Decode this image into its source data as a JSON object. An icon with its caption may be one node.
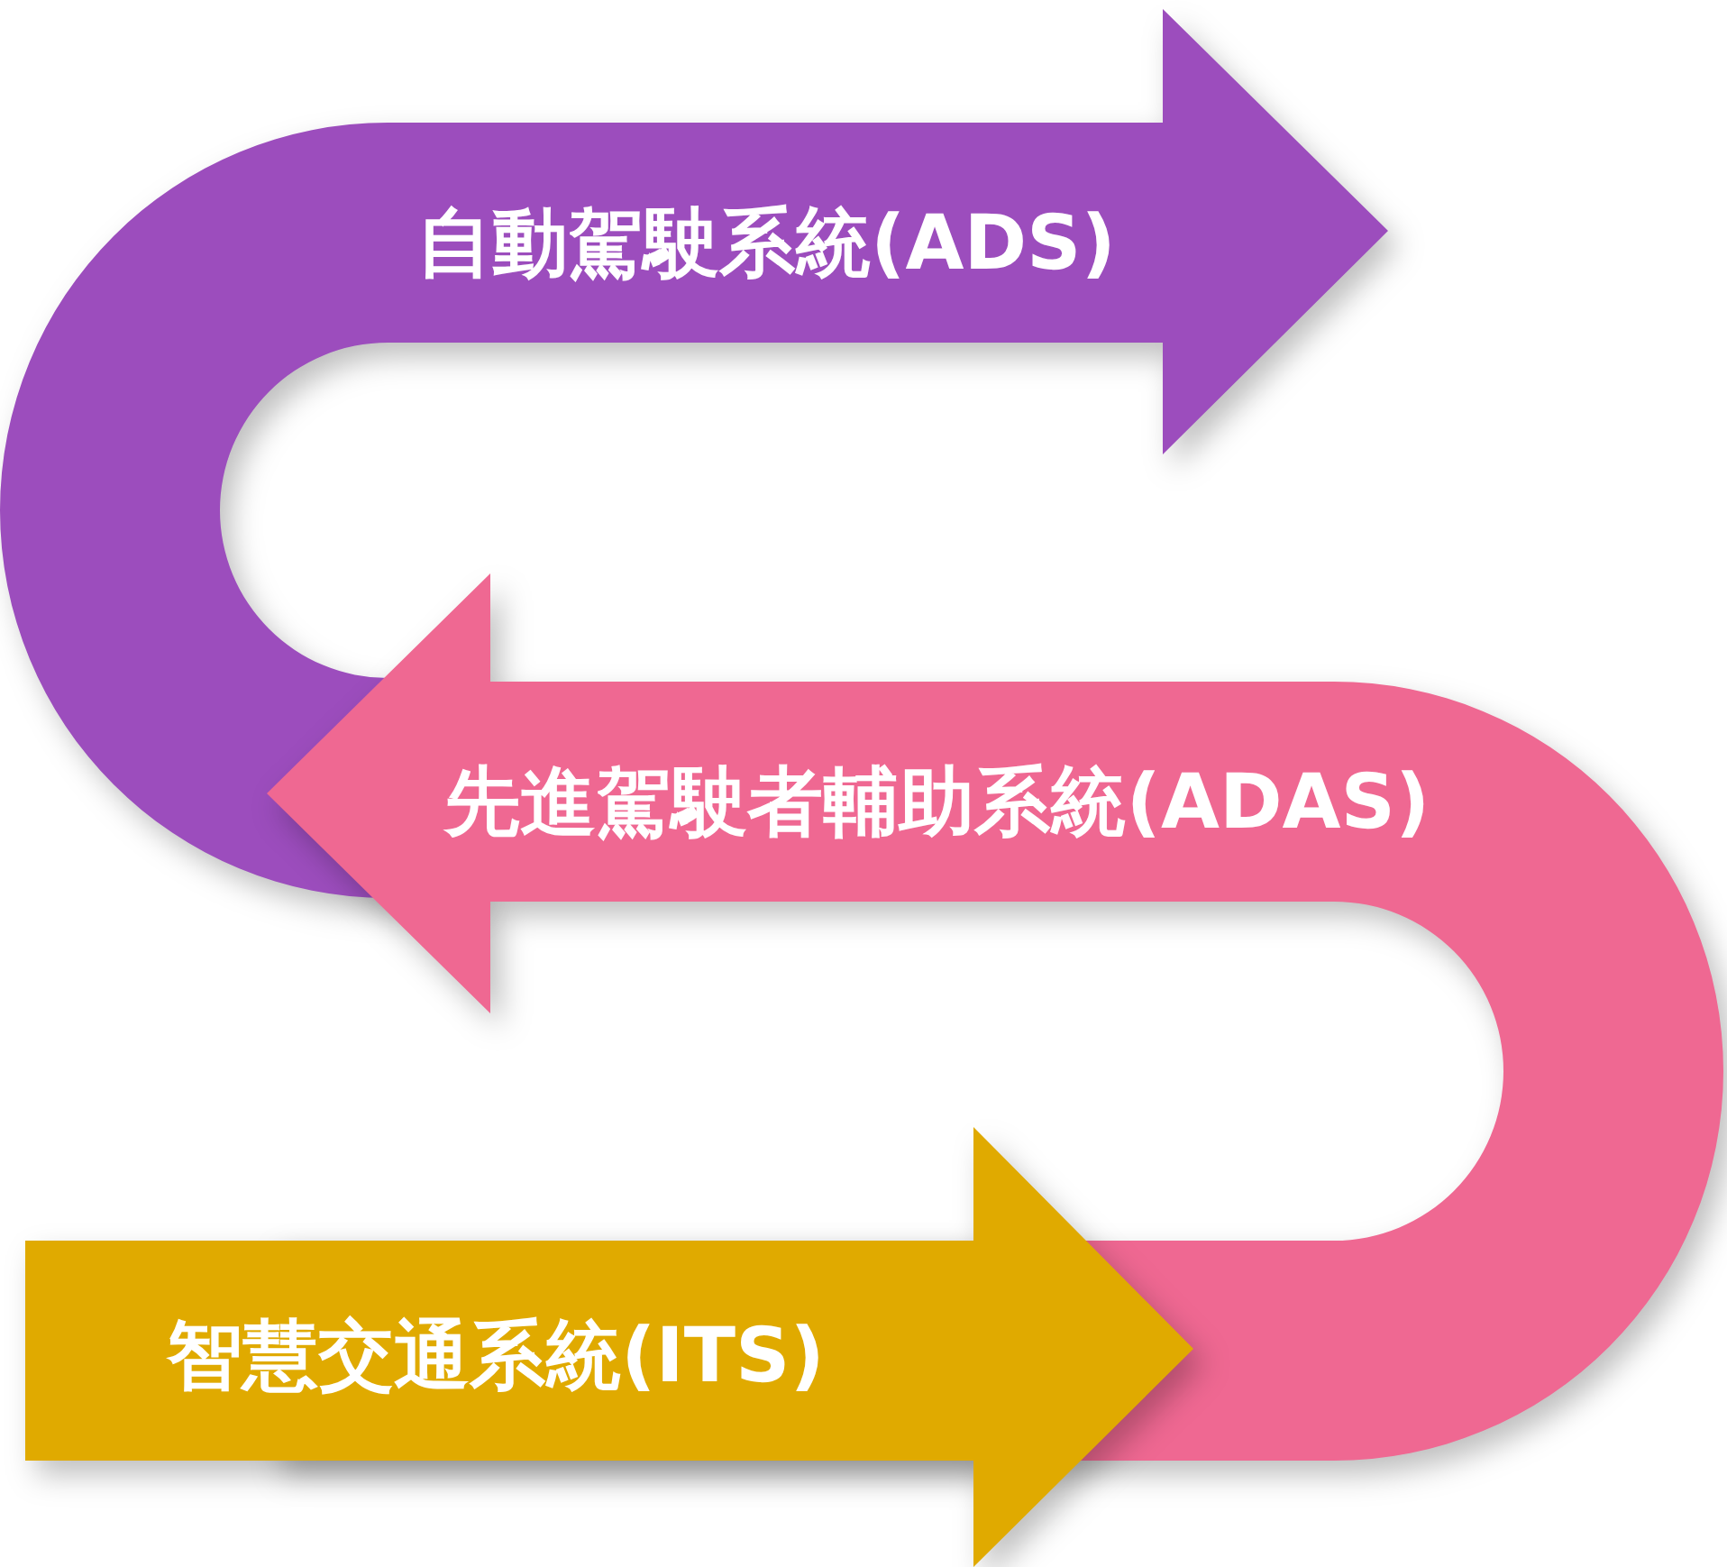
{
  "diagram": {
    "nodes": [
      {
        "text": [
          "自動駕駛系統(ADS)"
        ]
      },
      {
        "text": [
          "先進駕駛者輔助系統(ADAS)"
        ]
      },
      {
        "text": [
          "智慧交通系統(ITS)"
        ]
      }
    ]
  }
}
